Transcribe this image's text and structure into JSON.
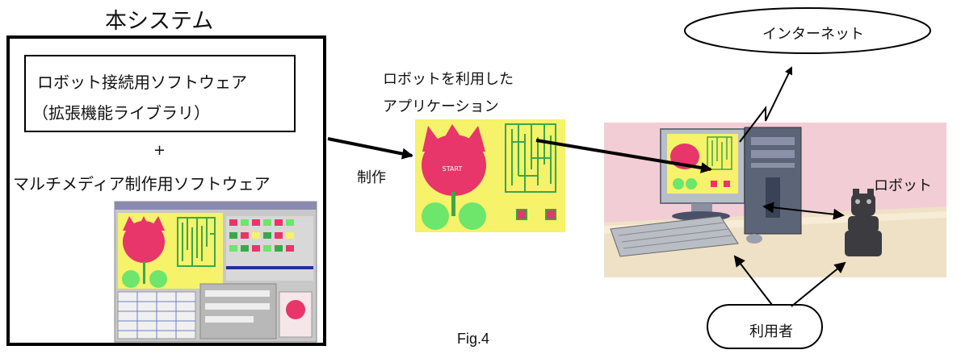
{
  "system": {
    "title": "本システム",
    "robot_software_line1": "ロボット接続用ソフトウェア",
    "robot_software_line2": "（拡張機能ライブラリ）",
    "plus": "+",
    "multimedia_software": "マルチメディア制作用ソフトウェア"
  },
  "application": {
    "label_line1": "ロボットを利用した",
    "label_line2": "アプリケーション",
    "start_text": "START"
  },
  "control_label": "制作",
  "internet_label": "インターネット",
  "robot_label": "ロボット",
  "user_label": "利用者",
  "figure_label": "Fig.4",
  "colors": {
    "app_background": "#f6f26a",
    "tulip_pink": "#e8356a",
    "leaf_green": "#6ee56b",
    "maze_green": "#3aa84a",
    "desk_pink": "#f3cdd6"
  }
}
